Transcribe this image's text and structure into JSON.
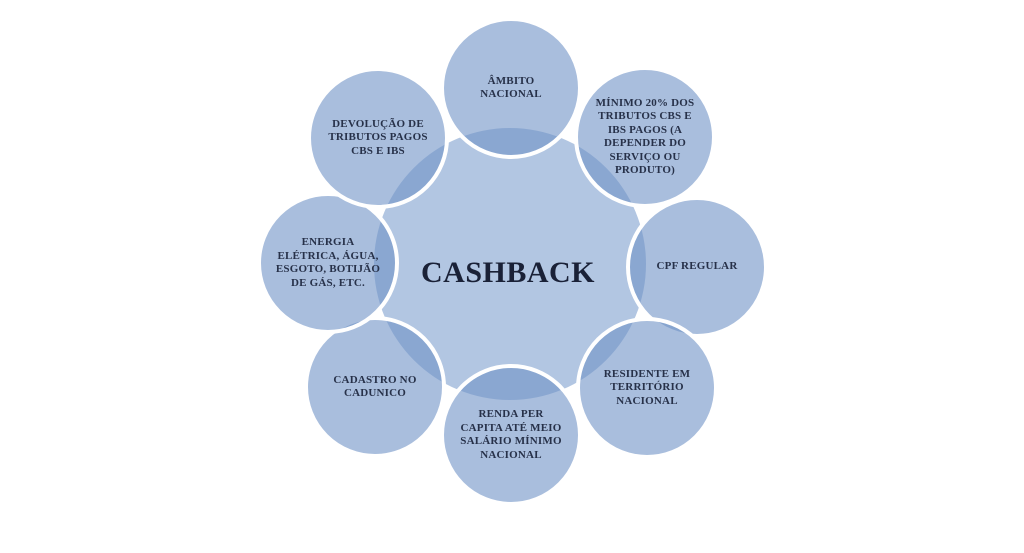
{
  "diagram": {
    "title": "CASHBACK radial diagram",
    "center": {
      "label": "CASHBACK"
    },
    "nodes": [
      {
        "id": "ambito-nacional",
        "position": "top",
        "lines": [
          "ÂMBITO",
          "NACIONAL"
        ]
      },
      {
        "id": "minimo-20-tributos",
        "position": "top-right",
        "lines": [
          "MÍNIMO 20% DOS",
          "TRIBUTOS CBS E",
          "IBS PAGOS (A",
          "DEPENDER DO",
          "SERVIÇO OU",
          "PRODUTO)"
        ]
      },
      {
        "id": "cpf-regular",
        "position": "right",
        "lines": [
          "CPF REGULAR"
        ]
      },
      {
        "id": "residente-territorio",
        "position": "bottom-right",
        "lines": [
          "RESIDENTE EM",
          "TERRITÓRIO",
          "NACIONAL"
        ]
      },
      {
        "id": "renda-per-capita",
        "position": "bottom",
        "lines": [
          "RENDA PER",
          "CAPITA ATÉ MEIO",
          "SALÁRIO MÍNIMO",
          "NACIONAL"
        ]
      },
      {
        "id": "cadastro-cadunico",
        "position": "bottom-left",
        "lines": [
          "CADASTRO NO",
          "CADUNICO"
        ]
      },
      {
        "id": "energia-eletrica",
        "position": "left",
        "lines": [
          "ENERGIA",
          "ELÉTRICA, ÁGUA,",
          "ESGOTO, BOTIJÃO",
          "DE GÁS, ETC."
        ]
      },
      {
        "id": "devolucao-tributos",
        "position": "top-left",
        "lines": [
          "DEVOLUÇÃO DE",
          "TRIBUTOS PAGOS",
          "CBS E IBS"
        ]
      }
    ],
    "colors": {
      "satellite_fill": "rgba(111,146,198,0.6)",
      "center_fill": "#b2c6e2",
      "stroke": "#ffffff",
      "text": "#273149",
      "center_text": "#1a2137"
    }
  }
}
